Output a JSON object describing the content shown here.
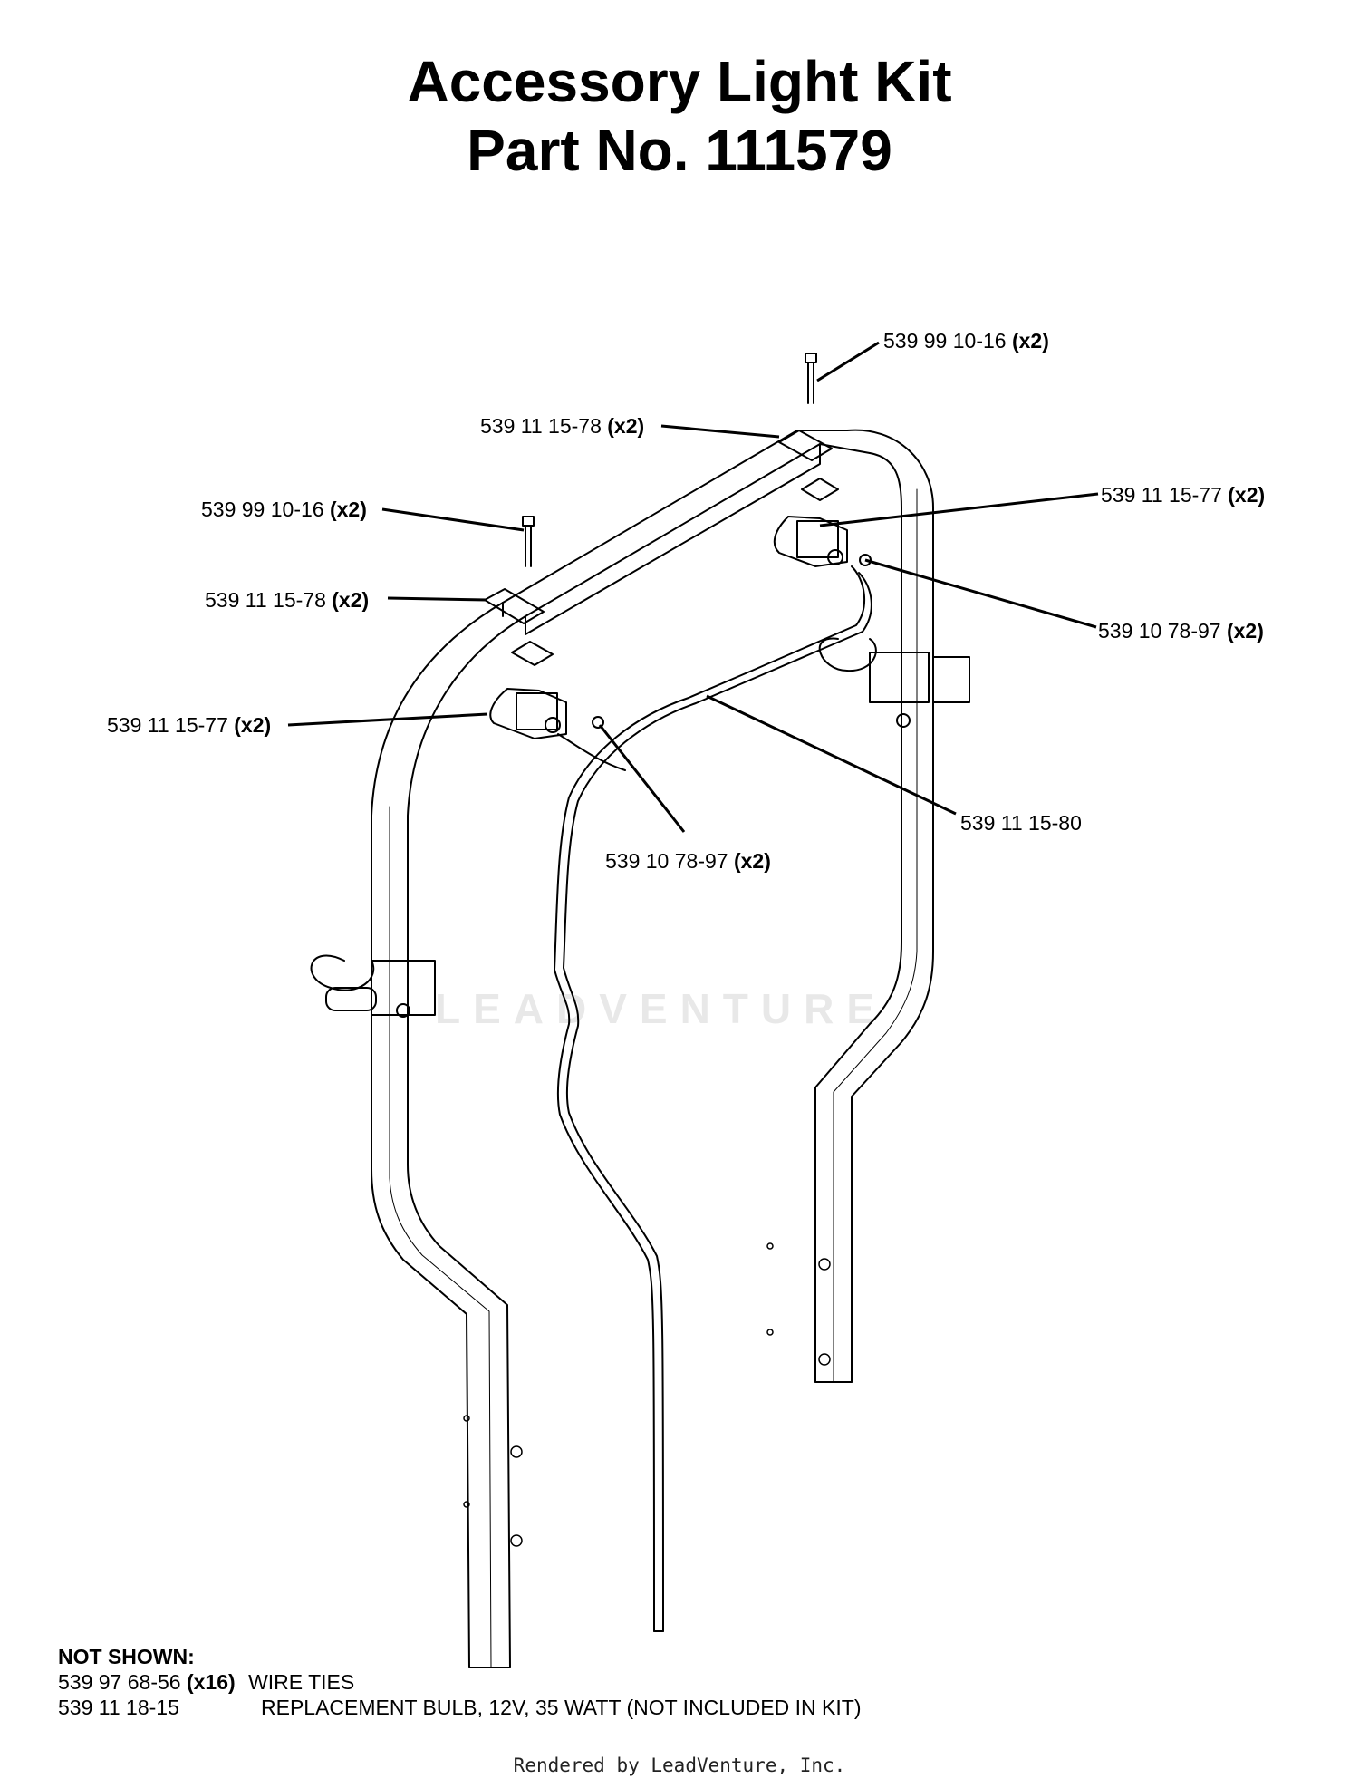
{
  "title": {
    "line1": "Accessory Light Kit",
    "line2": "Part No. 111579"
  },
  "callouts": [
    {
      "id": "c1",
      "part": "539 99 10-16",
      "qty": "(x2)"
    },
    {
      "id": "c2",
      "part": "539 11 15-78",
      "qty": "(x2)"
    },
    {
      "id": "c3",
      "part": "539 99 10-16",
      "qty": "(x2)"
    },
    {
      "id": "c4",
      "part": "539 11 15-77",
      "qty": "(x2)"
    },
    {
      "id": "c5",
      "part": "539 11 15-78",
      "qty": "(x2)"
    },
    {
      "id": "c6",
      "part": "539 10 78-97",
      "qty": "(x2)"
    },
    {
      "id": "c7",
      "part": "539 11 15-77",
      "qty": "(x2)"
    },
    {
      "id": "c8",
      "part": "539 11 15-80",
      "qty": ""
    },
    {
      "id": "c9",
      "part": "539 10 78-97",
      "qty": "(x2)"
    }
  ],
  "not_shown": {
    "heading": "NOT SHOWN:",
    "items": [
      {
        "part": "539 97 68-56",
        "qty": "(x16)",
        "desc": "WIRE TIES"
      },
      {
        "part": "539 11 18-15",
        "qty": "",
        "desc": "REPLACEMENT BULB, 12V, 35 WATT (NOT INCLUDED IN  KIT)"
      }
    ]
  },
  "watermark": "LEADVENTURE",
  "footer": "Rendered by LeadVenture, Inc."
}
